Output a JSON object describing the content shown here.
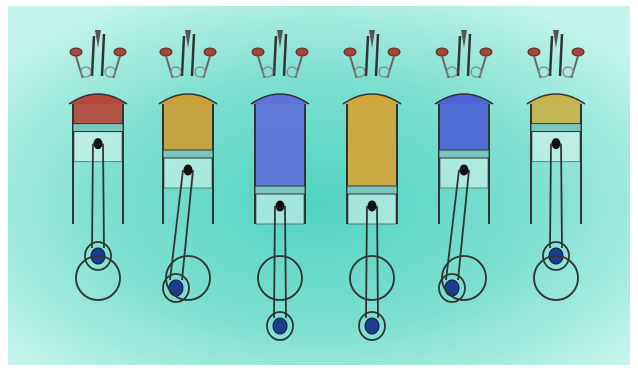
{
  "diagram": {
    "type": "engine-cycle-illustration",
    "pistons": [
      {
        "stage": 1,
        "chamber_color": "#b5483a",
        "chamber_fill": 0.22,
        "crank": "top"
      },
      {
        "stage": 2,
        "chamber_color": "#c9a035",
        "chamber_fill": 0.55,
        "crank": "left"
      },
      {
        "stage": 3,
        "chamber_color": "#5d72d8",
        "chamber_fill": 1.0,
        "crank": "bottom"
      },
      {
        "stage": 4,
        "chamber_color": "#d4a63a",
        "chamber_fill": 1.0,
        "crank": "bottom"
      },
      {
        "stage": 5,
        "chamber_color": "#4d64d6",
        "chamber_fill": 0.55,
        "crank": "left"
      },
      {
        "stage": 6,
        "chamber_color": "#c7b34a",
        "chamber_fill": 0.22,
        "crank": "top"
      }
    ],
    "colors": {
      "background_inner": "#5ad6c3",
      "background_outer": "#bff4ea",
      "outline": "#333333",
      "piston_band": "#78c8c0",
      "crank_pin": "#1d3c8a",
      "valve": "#a5473c"
    }
  }
}
